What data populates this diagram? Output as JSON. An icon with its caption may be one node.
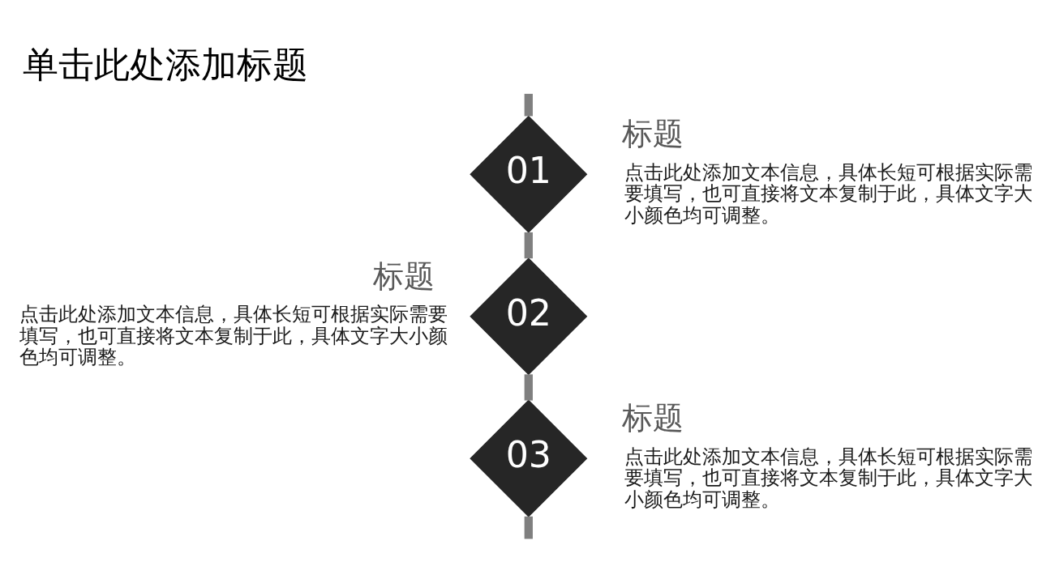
{
  "diagram": {
    "title": "单击此处添加标题",
    "nodes": [
      {
        "text": [
          "01"
        ],
        "beside": [
          "标题",
          "点击此处添加文本信息，具体长短可根据实际需要填写，也可直接将文本复制于此，具体文字大小颜色均可调整。"
        ]
      },
      {
        "text": [
          "02"
        ],
        "beside": [
          "标题",
          "点击此处添加文本信息，具体长短可根据实际需要填写，也可直接将文本复制于此，具体文字大小颜色均可调整。"
        ]
      },
      {
        "text": [
          "03"
        ],
        "beside": [
          "标题",
          "点击此处添加文本信息，具体长短可根据实际需要填写，也可直接将文本复制于此，具体文字大小颜色均可调整。"
        ]
      }
    ],
    "edges": [
      {
        "from": null,
        "to": 0,
        "arrow": "none"
      },
      {
        "from": 0,
        "to": 1,
        "arrow": "none"
      },
      {
        "from": 1,
        "to": 2,
        "arrow": "none"
      },
      {
        "from": 2,
        "to": null,
        "arrow": "none"
      }
    ]
  }
}
